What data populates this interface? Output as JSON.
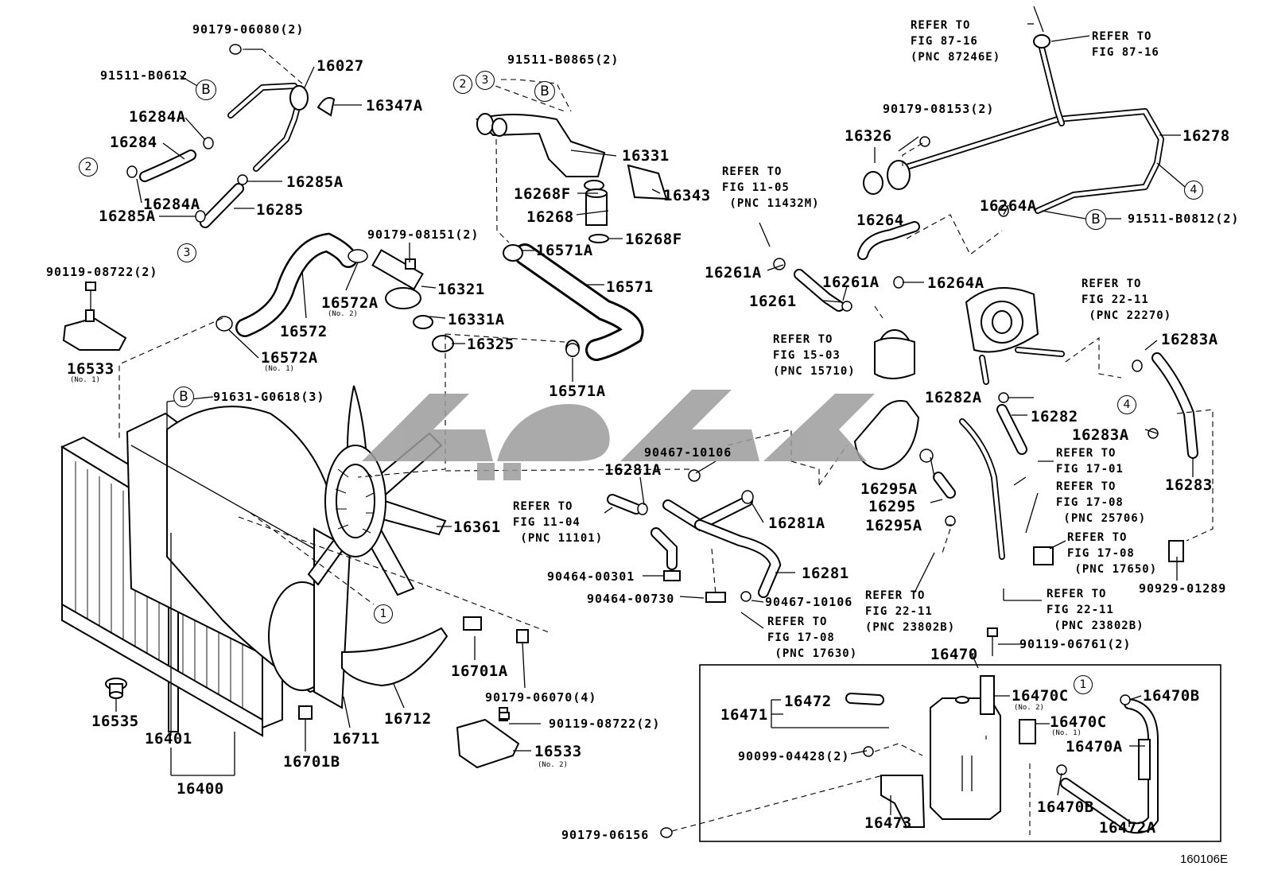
{
  "figure_id": "160106E",
  "labels": {
    "p90179_06080": "90179-06080(2)",
    "p91511_B0612": "91511-B0612",
    "p16027": "16027",
    "p16347A": "16347A",
    "p16284A_top": "16284A",
    "p16284": "16284",
    "p16284A_bot": "16284A",
    "p16285A_top": "16285A",
    "p16285": "16285",
    "p16285A_bot": "16285A",
    "p90119_08722_top": "90119-08722(2)",
    "p16533_top": "16533",
    "p16533_top_sub": "(No. 1)",
    "p91511_B0865": "91511-B0865(2)",
    "p16331": "16331",
    "p16343": "16343",
    "p16268F_top": "16268F",
    "p16268": "16268",
    "p16268F_bot": "16268F",
    "p16571A_top": "16571A",
    "p16571": "16571",
    "p16571A_bot": "16571A",
    "p90179_08151": "90179-08151(2)",
    "p16321": "16321",
    "p16572A_mid": "16572A",
    "p16572A_mid_sub": "(No. 2)",
    "p16331A": "16331A",
    "p16325": "16325",
    "p16572": "16572",
    "p16572A_low": "16572A",
    "p16572A_low_sub": "(No. 1)",
    "p91631_G0618": "91631-G0618(3)",
    "p16361": "16361",
    "p16701A": "16701A",
    "p90179_06070": "90179-06070(4)",
    "p90119_08722_bot": "90119-08722(2)",
    "p16533_bot": "16533",
    "p16533_bot_sub": "(No. 2)",
    "p16535": "16535",
    "p16401": "16401",
    "p16400": "16400",
    "p16701B": "16701B",
    "p16711": "16711",
    "p16712": "16712",
    "p90467_10106_top": "90467-10106",
    "p16281A_top": "16281A",
    "p16281A_right": "16281A",
    "p16281": "16281",
    "p90464_00301": "90464-00301",
    "p90464_00730": "90464-00730",
    "p90467_10106_bot": "90467-10106",
    "p16326": "16326",
    "p90179_08153": "90179-08153(2)",
    "p16278": "16278",
    "p91511_B0812": "91511-B0812(2)",
    "p16264": "16264",
    "p16264A_top": "16264A",
    "p16264A_bot": "16264A",
    "p16261A_left": "16261A",
    "p16261A_mid": "16261A",
    "p16261": "16261",
    "p16283A_top": "16283A",
    "p16283A_mid": "16283A",
    "p16283": "16283",
    "p16282A": "16282A",
    "p16282": "16282",
    "p16295A_top": "16295A",
    "p16295": "16295",
    "p16295A_bot": "16295A",
    "p90929_01289": "90929-01289",
    "p90119_06761": "90119-06761(2)",
    "p16470": "16470",
    "p16471": "16471",
    "p16472": "16472",
    "p16470C_top": "16470C",
    "p16470C_top_sub": "(No. 2)",
    "p16470C_bot": "16470C",
    "p16470C_bot_sub": "(No. 1)",
    "p16470B_top": "16470B",
    "p16470A": "16470A",
    "p90099_04428": "90099-04428(2)",
    "p16473": "16473",
    "p16470B_bot": "16470B",
    "p16472A": "16472A",
    "p90179_06156": "90179-06156"
  },
  "refs": {
    "r87_16_a": "REFER TO\nFIG 87-16\n(PNC 87246E)",
    "r87_16_b": "REFER TO\nFIG 87-16",
    "r11_05": "REFER TO\nFIG 11-05\n (PNC 11432M)",
    "r15_03": "REFER TO\nFIG 15-03\n(PNC 15710)",
    "r22_11_top": "REFER TO\nFIG 22-11\n (PNC 22270)",
    "r17_01": "REFER TO\nFIG 17-01",
    "r17_08_a": "REFER TO\nFIG 17-08\n (PNC 25706)",
    "r17_08_b": "REFER TO\nFIG 17-08\n (PNC 17650)",
    "r11_04": "REFER TO\nFIG 11-04\n (PNC 11101)",
    "r17_08_c": "REFER TO\nFIG 17-08\n (PNC 17630)",
    "r22_11_a": "REFER TO\nFIG 22-11\n(PNC 23802B)",
    "r22_11_b": "REFER TO\nFIG 22-11\n (PNC 23802B)"
  },
  "markers": {
    "m1": "1",
    "m1b": "1",
    "m2": "2",
    "m2b": "2",
    "m3": "3",
    "m3b": "3",
    "m4": "4",
    "m4b": "4",
    "mB1": "B",
    "mB2": "B",
    "mB3": "B",
    "mB4": "B"
  }
}
